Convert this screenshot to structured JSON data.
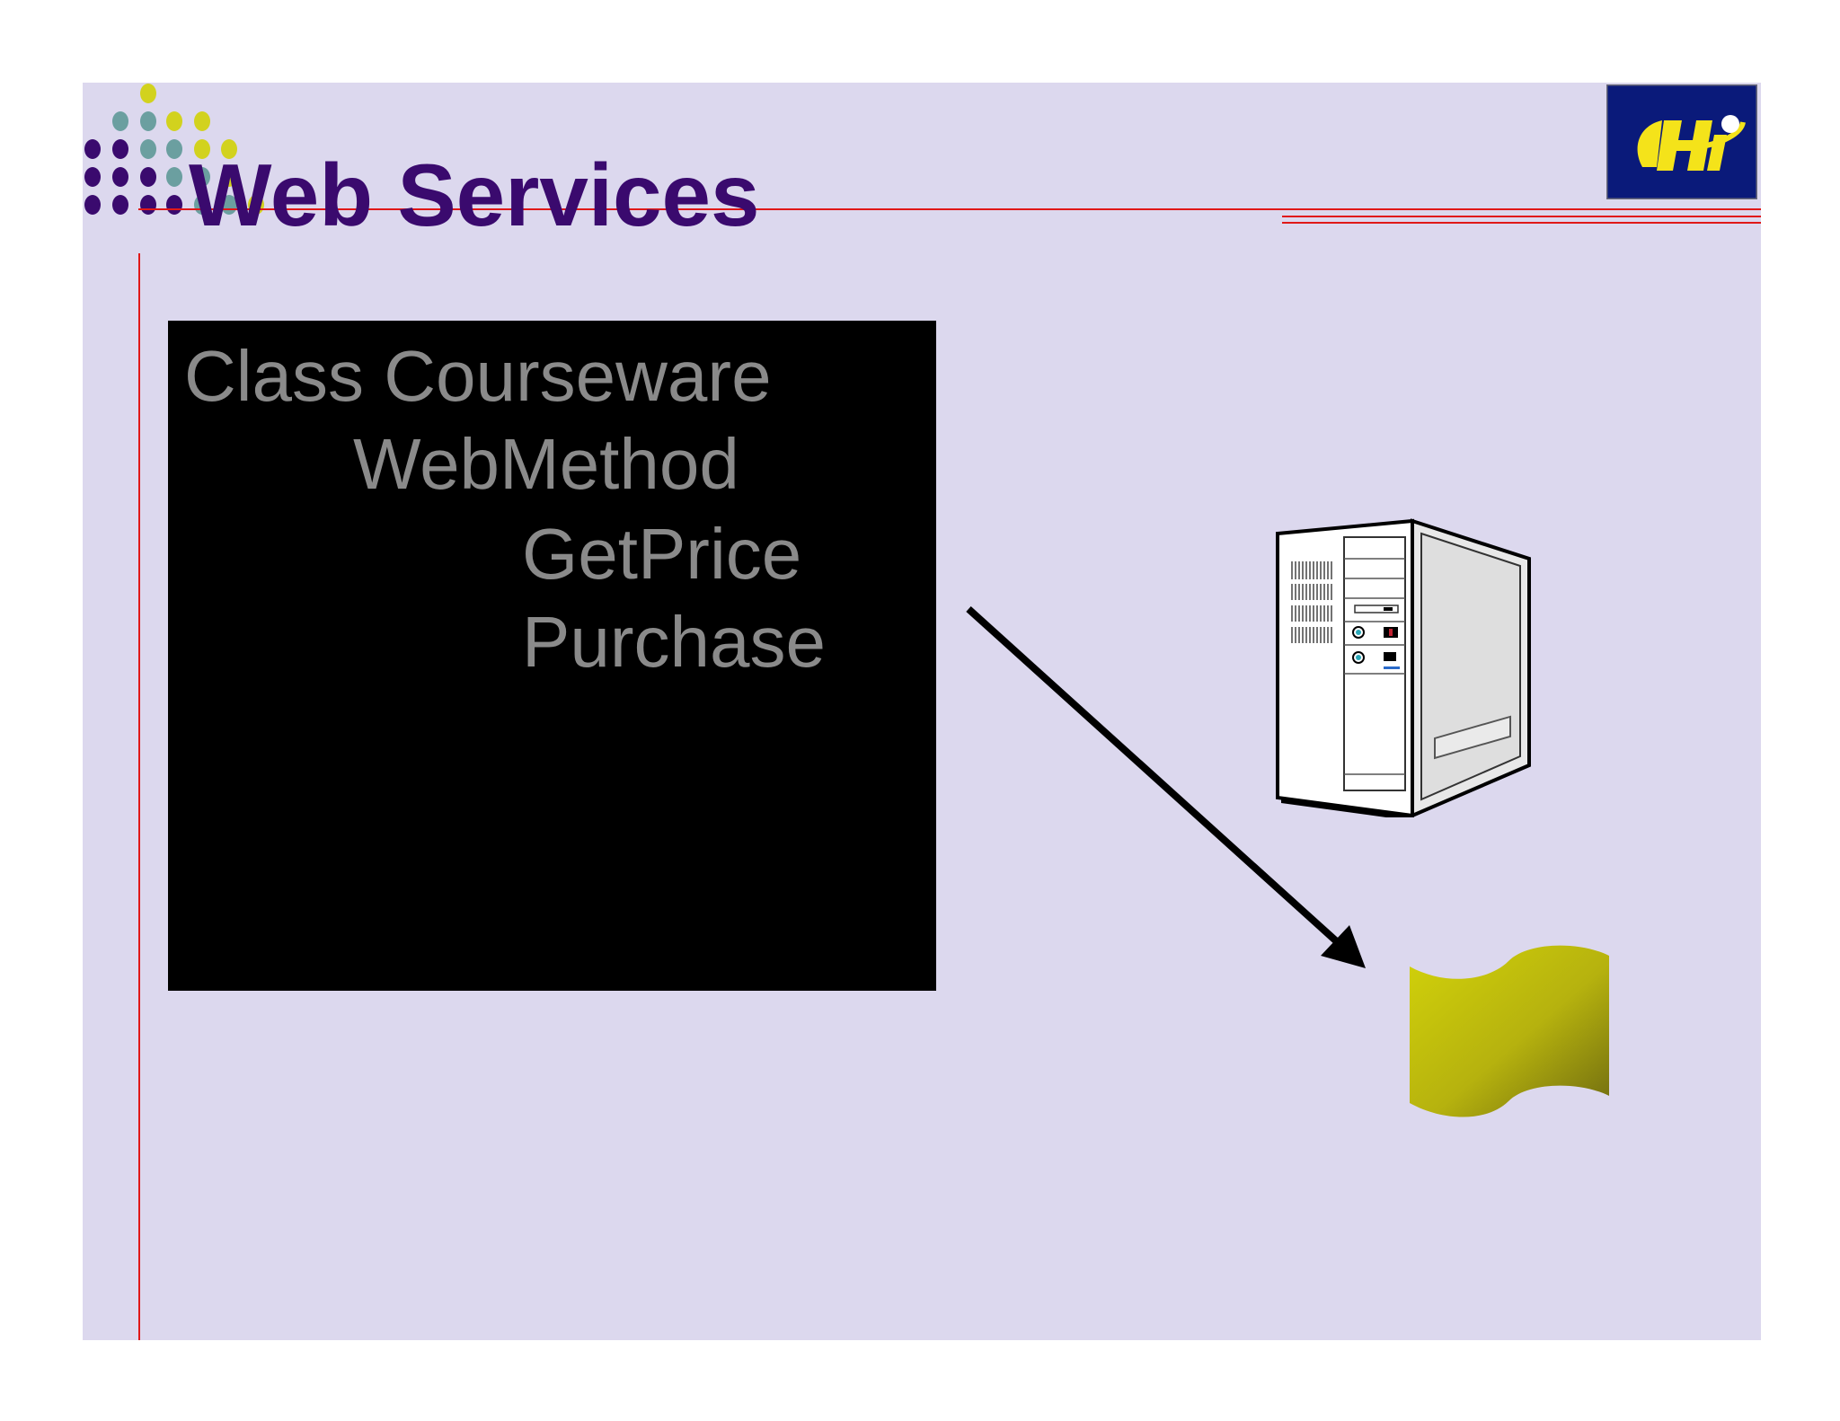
{
  "slide": {
    "title": "Web Services",
    "code_lines": [
      "Class Courseware",
      "WebMethod",
      "GetPrice",
      "Purchase"
    ]
  },
  "colors": {
    "slide_background": "#dcd8ee",
    "title": "#3a0a6e",
    "rule_lines": "#e01818",
    "code_box": "#000000",
    "code_text": "#8a8a8a",
    "dot_purple": "#3a0a6e",
    "dot_teal": "#6b9fa0",
    "dot_yellow": "#d2d21e",
    "logo_background": "#0a1a7a",
    "logo_mark": "#f4e31a",
    "flag_fill": "#c8c810"
  },
  "icons": {
    "decoration": "dot-grid-icon",
    "logo": "hi-logo-icon",
    "server": "server-tower-icon",
    "arrow": "diagonal-arrow-icon",
    "flag": "wavy-flag-icon"
  }
}
